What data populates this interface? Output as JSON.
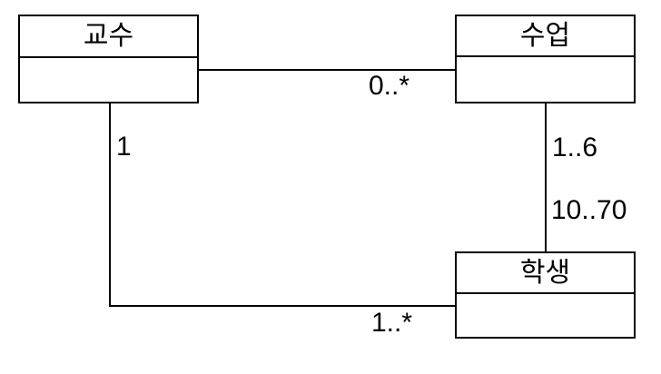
{
  "diagram": {
    "type": "uml-class-diagram",
    "background_color": "#ffffff",
    "line_color": "#000000",
    "text_color": "#000000",
    "classes": [
      {
        "id": "professor",
        "name": "교수",
        "position": "top-left",
        "compartments": 2,
        "attributes": []
      },
      {
        "id": "class",
        "name": "수업",
        "position": "top-right",
        "compartments": 2,
        "attributes": []
      },
      {
        "id": "student",
        "name": "학생",
        "position": "bottom-right",
        "compartments": 2,
        "attributes": []
      }
    ],
    "associations": [
      {
        "from": "교수",
        "to": "수업",
        "shape": "horizontal",
        "label_near_to": "0..*"
      },
      {
        "from": "수업",
        "to": "학생",
        "shape": "vertical",
        "label_near_from": "1..6",
        "label_near_to": "10..70"
      },
      {
        "from": "교수",
        "to": "학생",
        "shape": "L",
        "label_near_from": "1",
        "label_near_to": "1..*"
      }
    ]
  }
}
